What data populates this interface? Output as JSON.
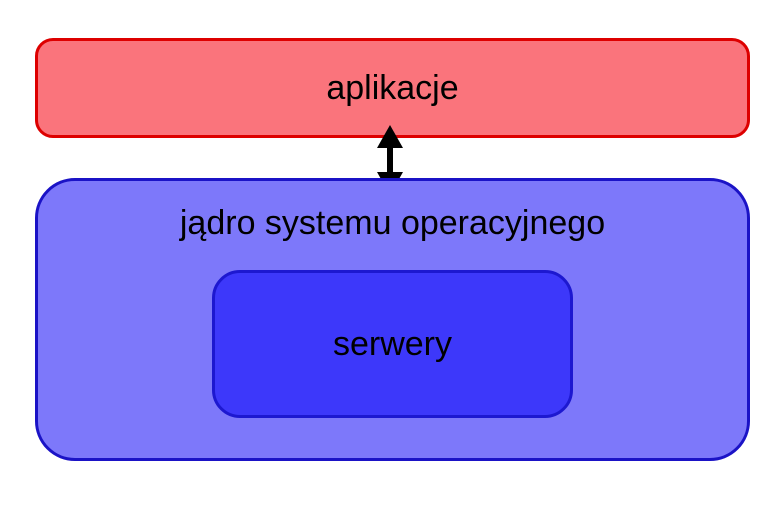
{
  "diagram": {
    "background_color": "#ffffff",
    "text_color": "#000000",
    "nodes": {
      "applications": {
        "label": "aplikacje",
        "fill_color": "#fa747c",
        "border_color": "#dd0000"
      },
      "kernel": {
        "label": "jądro systemu operacyjnego",
        "fill_color": "#7d78fa",
        "border_color": "#1b13c6"
      },
      "servers": {
        "label": "serwery",
        "fill_color": "#3d38fa",
        "border_color": "#1d18d0"
      }
    },
    "connector": {
      "type": "double-headed-vertical-arrow",
      "color": "#000000"
    }
  }
}
